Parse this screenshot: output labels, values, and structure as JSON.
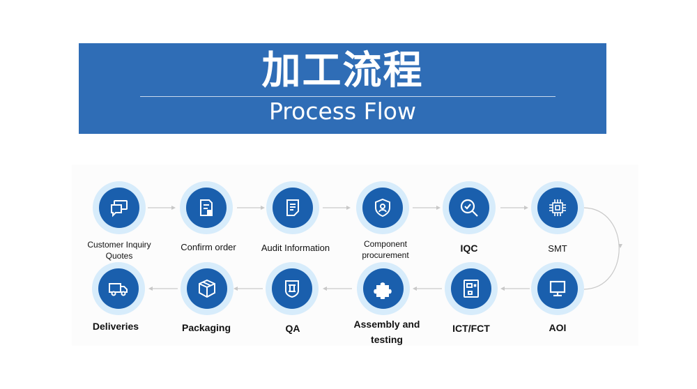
{
  "banner": {
    "title": "加工流程",
    "subtitle": "Process Flow",
    "color": "#2f6db6"
  },
  "colors": {
    "node_fill": "#1a5fad",
    "node_ring": "#d7ecfb",
    "arrow": "#c8c8c8"
  },
  "steps": [
    {
      "label": "Customer Inquiry\nQuotes",
      "icon": "chat-bubbles-icon"
    },
    {
      "label": "Confirm order",
      "icon": "document-check-icon"
    },
    {
      "label": "Audit Information",
      "icon": "document-lines-icon"
    },
    {
      "label": "Component\nprocurement",
      "icon": "shield-user-icon"
    },
    {
      "label": "IQC",
      "icon": "magnifier-check-icon"
    },
    {
      "label": "SMT",
      "icon": "chip-icon"
    },
    {
      "label": "AOI",
      "icon": "monitor-icon"
    },
    {
      "label": "ICT/FCT",
      "icon": "test-fixture-icon"
    },
    {
      "label": "Assembly and\ntesting",
      "icon": "puzzle-icon"
    },
    {
      "label": "QA",
      "icon": "quality-badge-icon"
    },
    {
      "label": "Packaging",
      "icon": "box-icon"
    },
    {
      "label": "Deliveries",
      "icon": "truck-icon"
    }
  ]
}
